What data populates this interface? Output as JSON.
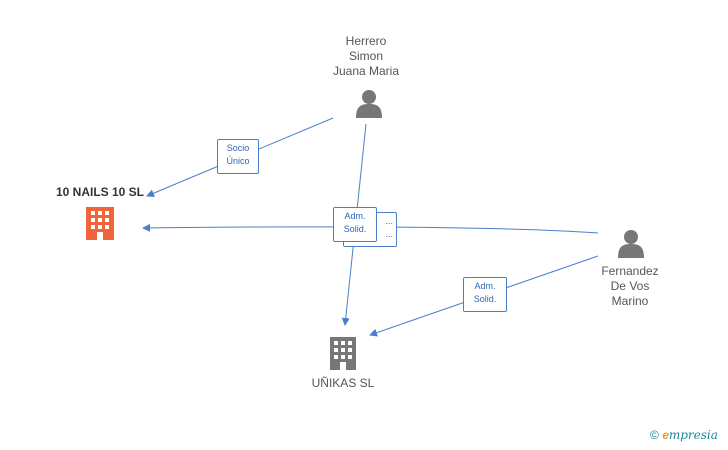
{
  "nodes": {
    "company_main": {
      "label": "10 NAILS 10 SL",
      "color": "#f0643c"
    },
    "company_unikas": {
      "label": "UÑIKAS SL",
      "color": "#777777"
    },
    "person_herrero": {
      "label": "Herrero\nSimon\nJuana Maria",
      "color": "#777777"
    },
    "person_fernandez": {
      "label": "Fernandez\nDe Vos\nMarino",
      "color": "#777777"
    }
  },
  "edges": {
    "socio_unico": "Socio\nÚnico",
    "adm_solid_1": "Adm.\nSolid.",
    "adm_solid_back": "...\n...",
    "adm_solid_2": "Adm.\nSolid."
  },
  "colors": {
    "edge": "#4a7fc8"
  },
  "watermark": {
    "copyright": "©",
    "e": "e",
    "brand": "mpresia"
  }
}
